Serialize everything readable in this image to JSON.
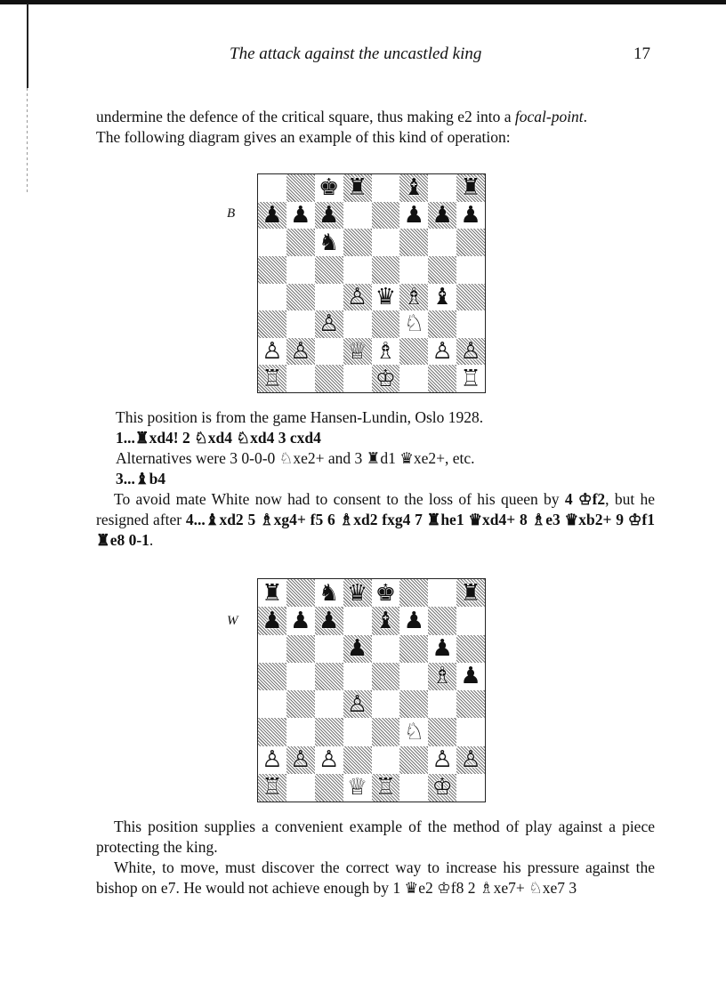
{
  "header": {
    "running_title": "The attack against the uncastled king",
    "page_number": "17"
  },
  "intro": {
    "line1_pre": "undermine the defence of the critical square, thus making e2 into a ",
    "line1_em": "focal-point",
    "line1_post": ".",
    "line2": "The following diagram gives an example of this kind of operation:"
  },
  "diagram1": {
    "to_move": "B",
    "ranks": [
      [
        "",
        "",
        "bk",
        "br",
        "",
        "bb",
        "",
        "br"
      ],
      [
        "bp",
        "bp",
        "bp",
        "",
        "",
        "bp",
        "bp",
        "bp"
      ],
      [
        "",
        "",
        "bn",
        "",
        "",
        "",
        "",
        ""
      ],
      [
        "",
        "",
        "",
        "",
        "",
        "",
        "",
        ""
      ],
      [
        "",
        "",
        "",
        "wp",
        "bq",
        "wb",
        "bb",
        ""
      ],
      [
        "",
        "",
        "wp",
        "",
        "",
        "wn",
        "",
        ""
      ],
      [
        "wp",
        "wp",
        "",
        "wq",
        "wb",
        "",
        "wp",
        "wp"
      ],
      [
        "wr",
        "",
        "",
        "",
        "wk",
        "",
        "",
        "wr"
      ]
    ]
  },
  "text1": {
    "source": "This position is from the game Hansen-Lundin, Oslo 1928.",
    "moves1": "1...♜xd4! 2 ♘xd4 ♘xd4 3 cxd4",
    "alternatives": "Alternatives were 3 0-0-0 ♘xe2+ and 3 ♜d1 ♛xe2+, etc.",
    "moves2": "3...♝b4",
    "p_pre": "To avoid mate White now had to consent to the loss of his queen by ",
    "p_bold1": "4 ♔f2",
    "p_mid": ", but he resigned after ",
    "p_bold2": "4...♝xd2 5 ♗xg4+ f5 6 ♗xd2 fxg4 7 ♜he1 ♛xd4+ 8 ♗e3 ♛xb2+ 9 ♔f1 ♜e8 0-1",
    "p_end": "."
  },
  "diagram2": {
    "to_move": "W",
    "ranks": [
      [
        "br",
        "",
        "bn",
        "bq",
        "bk",
        "",
        "",
        "br"
      ],
      [
        "bp",
        "bp",
        "bp",
        "",
        "bb",
        "bp",
        "",
        ""
      ],
      [
        "",
        "",
        "",
        "bp",
        "",
        "",
        "bp",
        ""
      ],
      [
        "",
        "",
        "",
        "",
        "",
        "",
        "wb",
        "bp"
      ],
      [
        "",
        "",
        "",
        "wp",
        "",
        "",
        "",
        ""
      ],
      [
        "",
        "",
        "",
        "",
        "",
        "wn",
        "",
        ""
      ],
      [
        "wp",
        "wp",
        "wp",
        "",
        "",
        "",
        "wp",
        "wp"
      ],
      [
        "wr",
        "",
        "",
        "wq",
        "wr",
        "",
        "wk",
        ""
      ]
    ]
  },
  "text2": {
    "para1": "This position supplies a convenient example of the method of play against a piece protecting the king.",
    "para2": "White, to move, must discover the correct way to increase his pressure against the bishop on e7. He would not achieve enough by 1 ♛e2 ♔f8 2 ♗xe7+ ♘xe7 3"
  },
  "piece_glyphs": {
    "wk": "♔",
    "wq": "♕",
    "wr": "♖",
    "wb": "♗",
    "wn": "♘",
    "wp": "♙",
    "bk": "♚",
    "bq": "♛",
    "br": "♜",
    "bb": "♝",
    "bn": "♞",
    "bp": "♟"
  }
}
